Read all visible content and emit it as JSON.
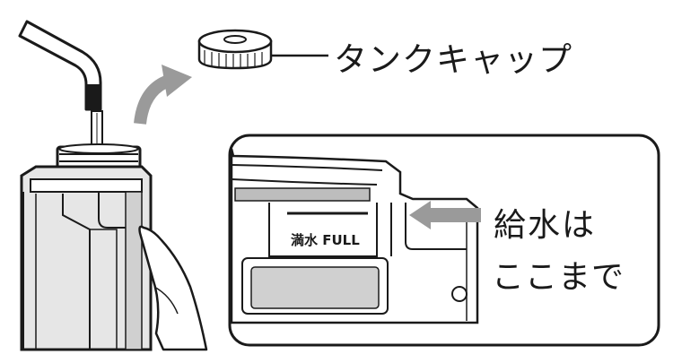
{
  "labels": {
    "tank_cap": "タンクキャップ",
    "fill_mark": "満水 FULL",
    "instruction_line1": "給水は",
    "instruction_line2": "ここまで"
  },
  "colors": {
    "line": "#1a1a1a",
    "fill_dark": "#bdbdbd",
    "fill_light": "#e6e6e6",
    "fill_mid": "#d0d0d0",
    "arrow_gray": "#9a9a9a",
    "background": "#ffffff"
  }
}
